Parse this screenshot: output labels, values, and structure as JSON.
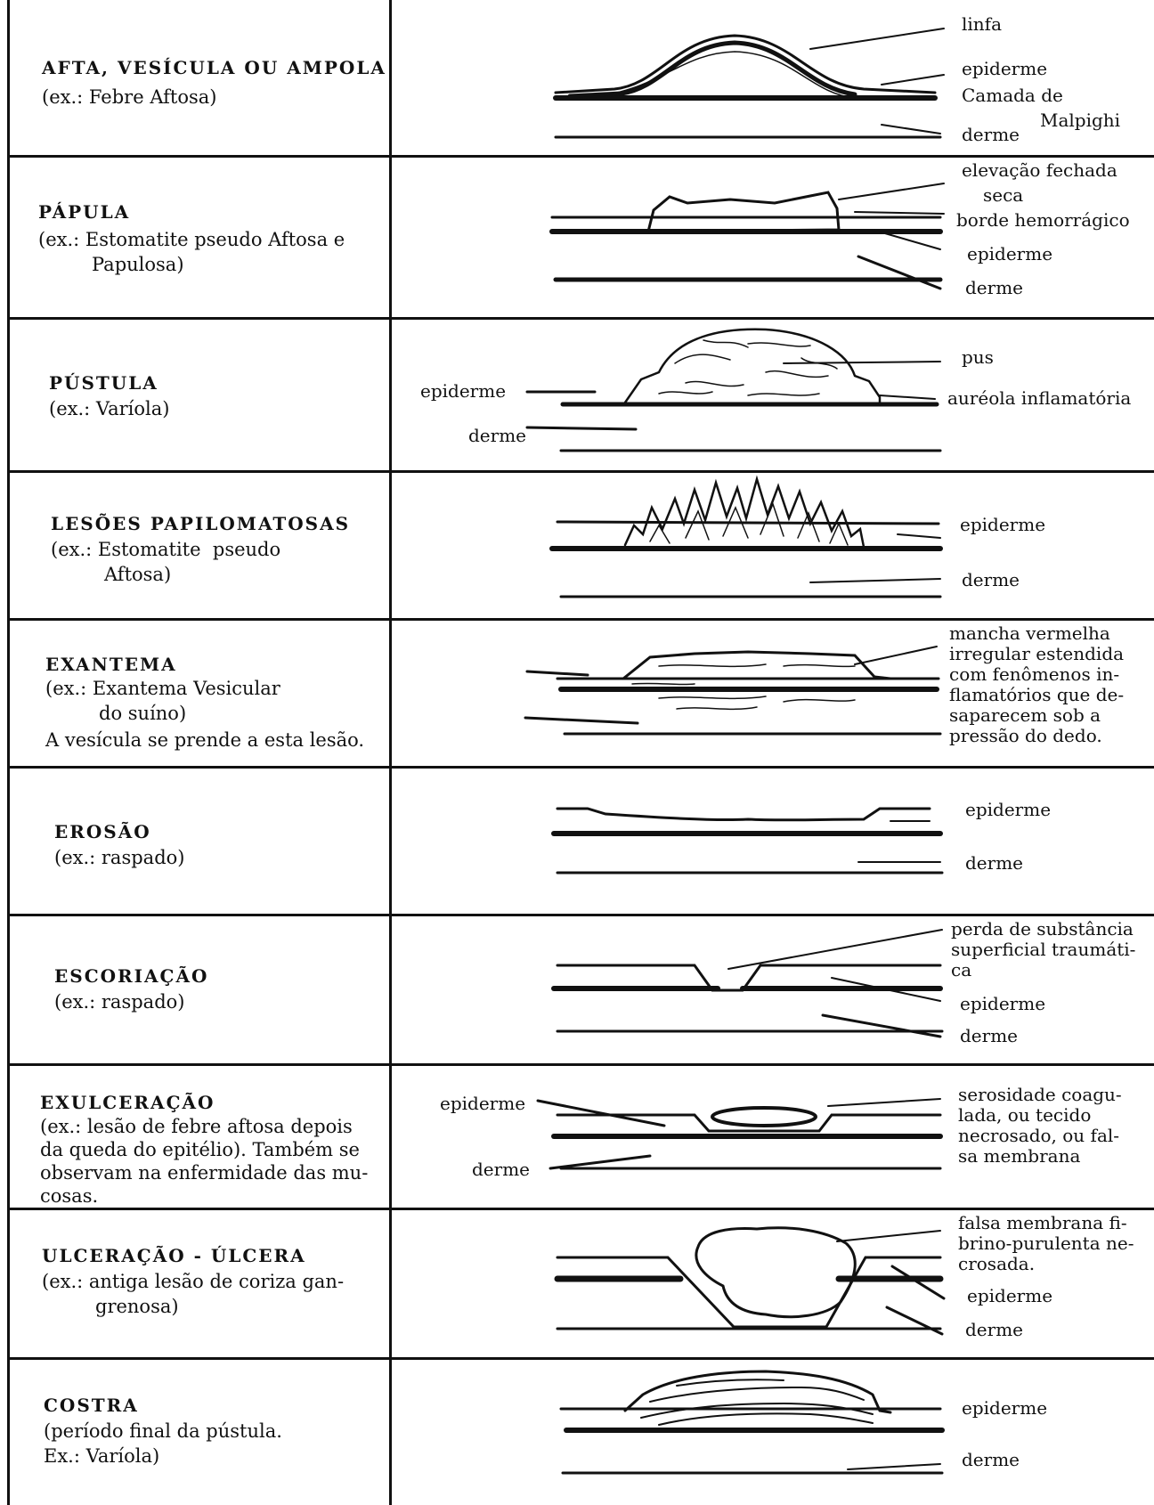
{
  "rows": [
    {
      "title": "AFTA, VESÍCULA OU AMPOLA",
      "desc": [
        "(ex.: Febre Aftosa)"
      ],
      "labels": [
        "linfa",
        "epiderme",
        "Camada de",
        "Malpighi",
        "derme"
      ]
    },
    {
      "title": "PÁPULA",
      "desc": [
        "(ex.: Estomatite pseudo Aftosa e",
        "Papulosa)"
      ],
      "labels": [
        "elevação fechada",
        "seca",
        "borde hemorrágico",
        "epiderme",
        "derme"
      ]
    },
    {
      "title": "PÚSTULA",
      "desc": [
        "(ex.: Varíola)"
      ],
      "labels": [
        "pus",
        "auréola inflamatória",
        "epiderme",
        "derme"
      ]
    },
    {
      "title": "LESÕES PAPILOMATOSAS",
      "desc": [
        "(ex.: Estomatite  pseudo",
        "Aftosa)"
      ],
      "labels": [
        "epiderme",
        "derme"
      ]
    },
    {
      "title": "EXANTEMA",
      "desc": [
        "(ex.: Exantema Vesicular",
        "do suíno)",
        "A vesícula se prende a esta lesão."
      ],
      "labels": [
        "mancha vermelha",
        "irregular estendida",
        "com fenômenos in-",
        "flamatórios que de-",
        "saparecem sob a",
        "pressão do dedo."
      ]
    },
    {
      "title": "EROSÃO",
      "desc": [
        "(ex.: raspado)"
      ],
      "labels": [
        "epiderme",
        "derme"
      ]
    },
    {
      "title": "ESCORIAÇÃO",
      "desc": [
        "(ex.: raspado)"
      ],
      "labels": [
        "perda de substância",
        "superficial traumáti-",
        "ca",
        "epiderme",
        "derme"
      ]
    },
    {
      "title": "EXULCERAÇÃO",
      "desc": [
        "(ex.: lesão de febre aftosa depois",
        "da queda do epitélio). Também se",
        "observam na enfermidade das mu-",
        "cosas."
      ],
      "labels": [
        "serosidade coagu-",
        "lada, ou tecido",
        "necrosado, ou fal-",
        "sa membrana",
        "epiderme",
        "derme"
      ]
    },
    {
      "title": "ULCERAÇÃO - ÚLCERA",
      "desc": [
        "(ex.: antiga lesão de coriza gan-",
        "grenosa)"
      ],
      "labels": [
        "falsa membrana fi-",
        "brino-purulenta ne-",
        "crosada.",
        "epiderme",
        "derme"
      ]
    },
    {
      "title": "COSTRA",
      "desc": [
        "(período final da pústula.",
        "Ex.: Varíola)"
      ],
      "labels": [
        "epiderme",
        "derme"
      ]
    }
  ]
}
